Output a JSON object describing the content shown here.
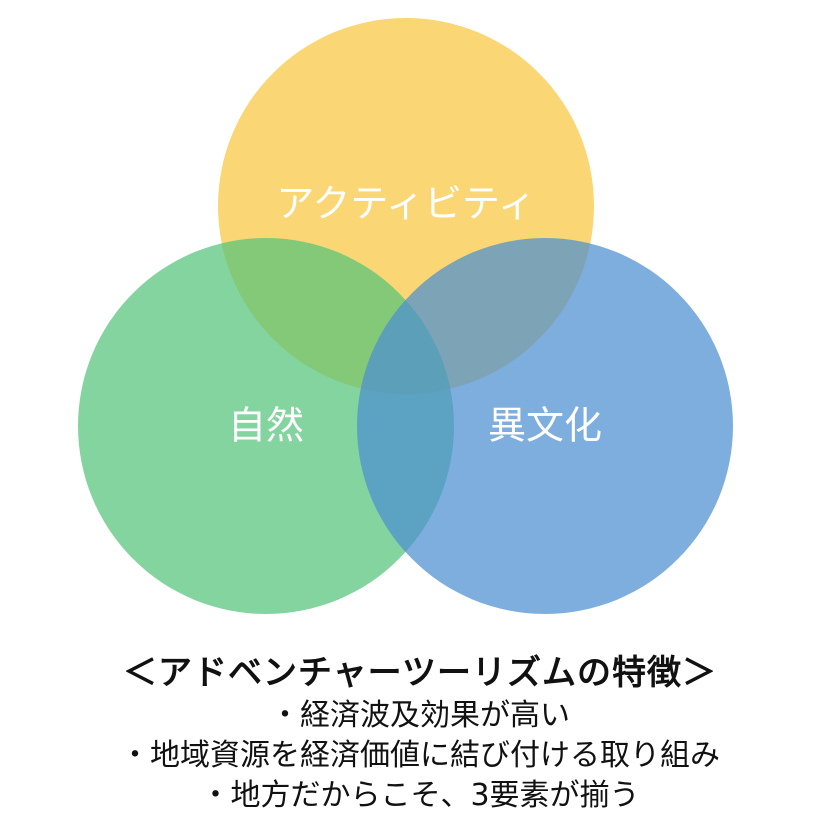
{
  "diagram": {
    "circles": [
      {
        "id": "activity",
        "label": "アクティビティ",
        "color": "#F9CF5C"
      },
      {
        "id": "nature",
        "label": "自然",
        "color": "#55C37A"
      },
      {
        "id": "culture",
        "label": "異文化",
        "color": "#4C8FD1"
      }
    ],
    "label_color": "#FFFFFF"
  },
  "caption": {
    "title": "＜アドベンチャーツーリズムの特徴＞",
    "lines": [
      "・経済波及効果が高い",
      "・地域資源を経済価値に結び付ける取り組み",
      "・地方だからこそ、3要素が揃う"
    ]
  }
}
